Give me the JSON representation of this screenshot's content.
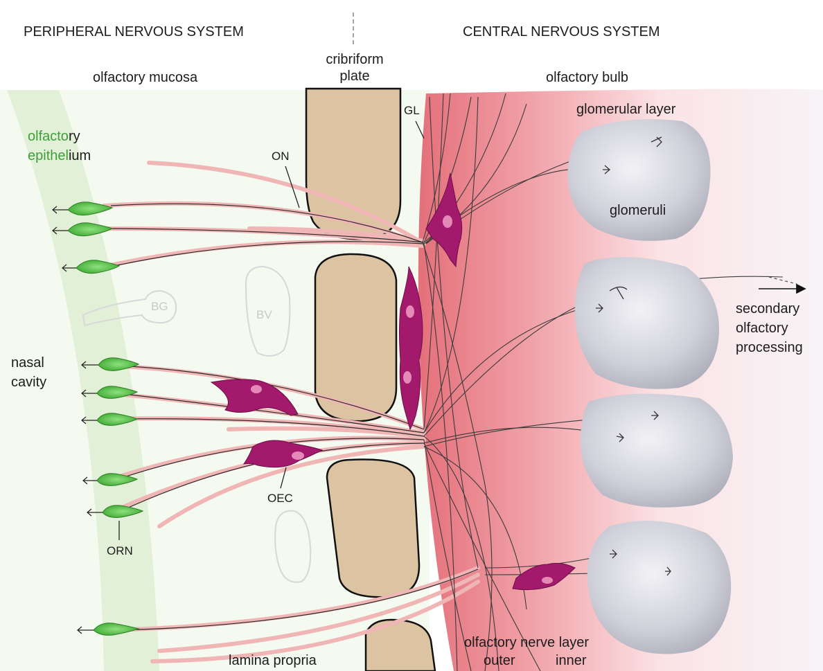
{
  "headers": {
    "pns": "PERIPHERAL NERVOUS SYSTEM",
    "cns": "CENTRAL NERVOUS SYSTEM"
  },
  "labels": {
    "cribriform_line1": "cribriform",
    "cribriform_line2": "plate",
    "olfactory_mucosa": "olfactory mucosa",
    "olfactory_bulb": "olfactory bulb",
    "glomerular_layer": "glomerular layer",
    "gl": "GL",
    "epithelium_green": "olfacto",
    "epithelium_rest": "ry",
    "epithelium_line2_green": "epithel",
    "epithelium_line2_rest": "ium",
    "on": "ON",
    "glomeruli": "glomeruli",
    "bg": "BG",
    "bv": "BV",
    "secondary_line1": "secondary",
    "secondary_line2": "olfactory",
    "secondary_line3": "processing",
    "nasal_line1": "nasal",
    "nasal_line2": "cavity",
    "oec": "OEC",
    "orn": "ORN",
    "lamina_propria": "lamina propria",
    "nerve_layer_title": "olfactory nerve layer",
    "nerve_layer_outer": "outer",
    "nerve_layer_inner": "inner"
  },
  "colors": {
    "epithelium": "#e5f2dc",
    "lamina": "#f3f9ee",
    "bone": "#dcc3a1",
    "bulb_pink": "#e4707a",
    "glomerulus": "#c4c4d0",
    "neuron": "#4bbf3c",
    "oec": "#a4186d",
    "axon": "#f2b7b7"
  }
}
